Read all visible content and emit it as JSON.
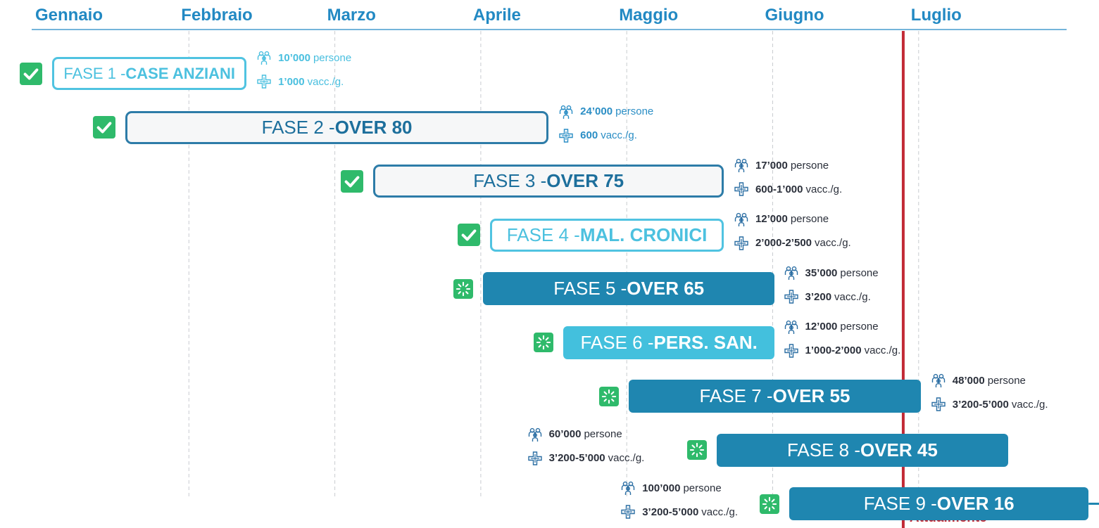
{
  "chart_data": {
    "type": "gantt",
    "months": [
      "Gennaio",
      "Febbraio",
      "Marzo",
      "Aprile",
      "Maggio",
      "Giugno",
      "Luglio"
    ],
    "current_marker": {
      "label": "Attualmente",
      "month": 5.88
    },
    "people_unit": "persone",
    "rate_unit": "vacc./g.",
    "phases": [
      {
        "label": "FASE 1 - ",
        "group": "CASE ANZIANI",
        "start": 0.05,
        "end": 1.38,
        "status": "done",
        "people": "10’000",
        "rate": "1’000",
        "info_side": "right"
      },
      {
        "label": "FASE 2 - ",
        "group": "OVER 80",
        "start": 0.55,
        "end": 3.45,
        "status": "done",
        "people": "24’000",
        "rate": "600",
        "info_side": "right"
      },
      {
        "label": "FASE 3 - ",
        "group": "OVER 75",
        "start": 2.25,
        "end": 4.65,
        "status": "done",
        "people": "17’000",
        "rate": "600-1’000",
        "info_side": "right"
      },
      {
        "label": "FASE 4 - ",
        "group": "MAL. CRONICI",
        "start": 3.05,
        "end": 4.65,
        "status": "done",
        "people": "12’000",
        "rate": "2’000-2’500",
        "info_side": "right"
      },
      {
        "label": "FASE 5 - ",
        "group": "OVER 65",
        "start": 3.0,
        "end": 5.0,
        "status": "in_progress",
        "people": "35’000",
        "rate": "3’200",
        "info_side": "right"
      },
      {
        "label": "FASE 6 - ",
        "group": "PERS. SAN.",
        "start": 3.55,
        "end": 5.0,
        "status": "in_progress",
        "people": "12’000",
        "rate": "1’000-2’000",
        "info_side": "right"
      },
      {
        "label": "FASE 7 - ",
        "group": "OVER 55",
        "start": 4.0,
        "end": 6.0,
        "status": "in_progress",
        "people": "48’000",
        "rate": "3’200-5’000",
        "info_side": "right"
      },
      {
        "label": "FASE 8 - ",
        "group": "OVER 45",
        "start": 4.6,
        "end": 6.6,
        "status": "in_progress",
        "people": "60’000",
        "rate": "3’200-5’000",
        "info_side": "left"
      },
      {
        "label": "FASE 9 - ",
        "group": "OVER 16",
        "start": 5.1,
        "end": 7.15,
        "status": "in_progress",
        "people": "100’000",
        "rate": "3’200-5’000",
        "info_side": "left",
        "open_ended": true
      }
    ]
  },
  "colors": {
    "month_text": "#2289c3",
    "bar_dark": "#1f86b0",
    "bar_light": "#43c0dd",
    "done_border": "#2d7ca8",
    "done_light_border": "#50c3e1",
    "status_green": "#2fba6b",
    "current_line": "#c22a36"
  },
  "icons": {
    "people": "people-group-icon",
    "rate": "medical-cross-icon",
    "done": "checkmark-icon",
    "in_progress": "loading-spinner-icon"
  }
}
